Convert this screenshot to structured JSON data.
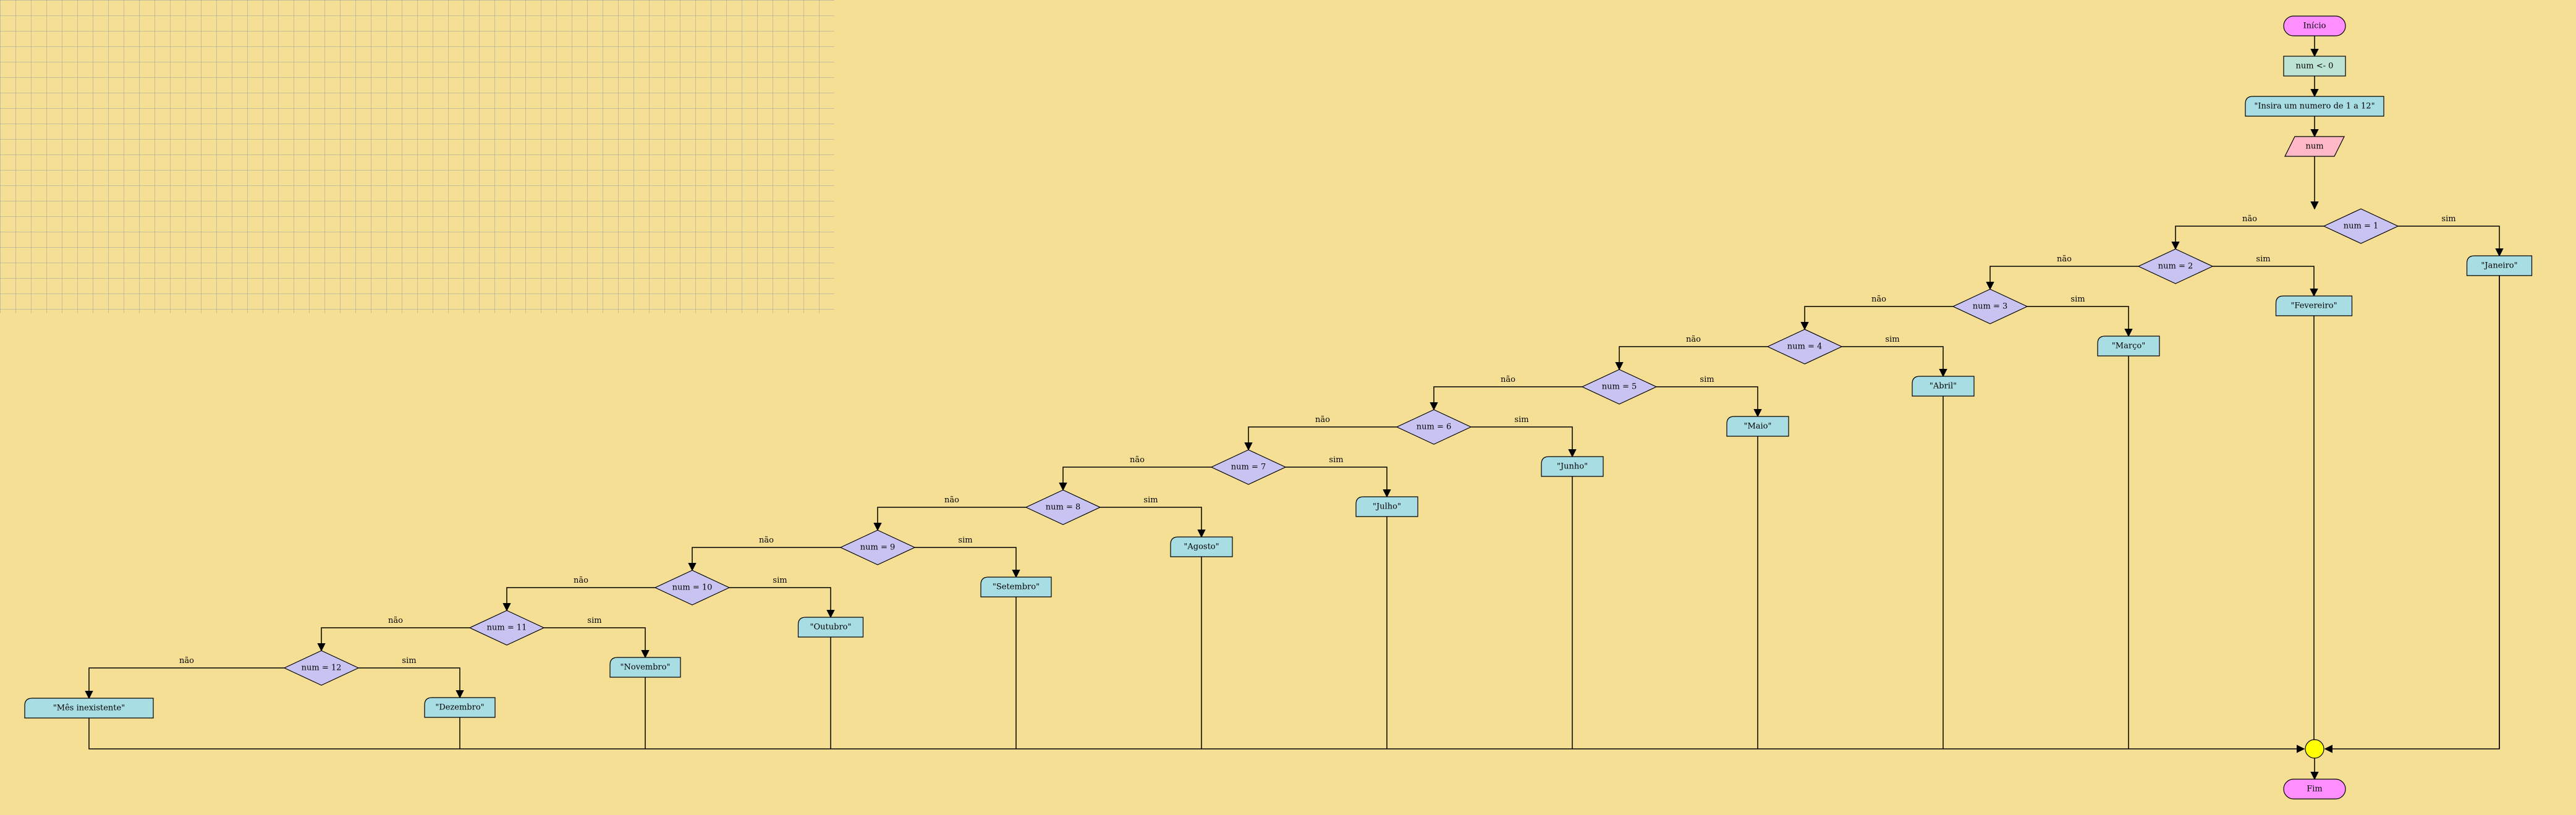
{
  "start": "Início",
  "end": "Fim",
  "assign": "num <- 0",
  "prompt": "\"Insira um numero de 1 a 12\"",
  "read_var": "num",
  "yes_label": "sim",
  "no_label": "não",
  "conditions": [
    "num = 1",
    "num = 2",
    "num = 3",
    "num = 4",
    "num = 5",
    "num = 6",
    "num = 7",
    "num = 8",
    "num = 9",
    "num = 10",
    "num = 11",
    "num = 12"
  ],
  "outputs": [
    "\"Janeiro\"",
    "\"Fevereiro\"",
    "\"Março\"",
    "\"Abril\"",
    "\"Maio\"",
    "\"Junho\"",
    "\"Julho\"",
    "\"Agosto\"",
    "\"Setembro\"",
    "\"Outubro\"",
    "\"Novembro\"",
    "\"Dezembro\""
  ],
  "default_output": "\"Mês inexistente\"",
  "colors": {
    "background": "#f4df94",
    "terminal": "#ff8fff",
    "process": "#bde3d4",
    "output": "#a9dde4",
    "input": "#ffb8c6",
    "decision": "#c9c3f2",
    "connector": "#ffff00"
  }
}
